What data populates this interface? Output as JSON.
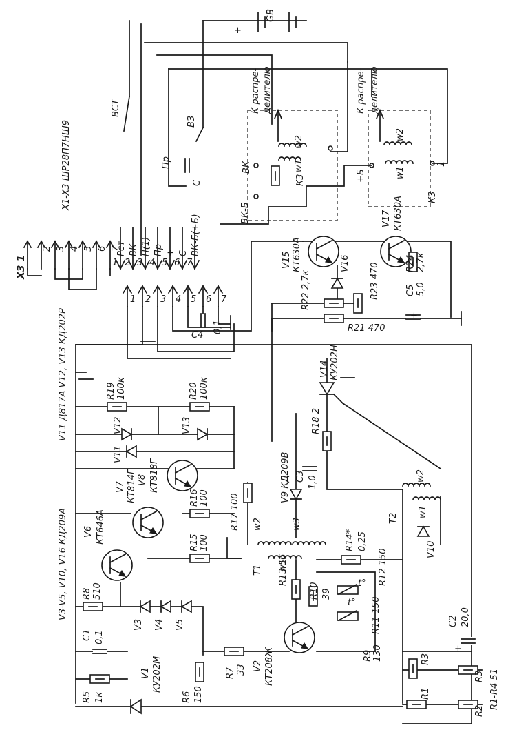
{
  "diagram": {
    "connector_label": "X1-X3 ШР28П7НШ9",
    "x3_label": "X3 1",
    "plug_pins": [
      "1",
      "2",
      "3",
      "4",
      "5",
      "6",
      "7"
    ],
    "socket_pins": [
      "1",
      "2",
      "3",
      "4",
      "5",
      "6",
      "7"
    ],
    "plug_signals": [
      "Рст",
      "ВК",
      "Н(1)",
      "Пр",
      "+",
      "С",
      "ВК-Б(+Б)"
    ],
    "x3_pins": [
      "2",
      "3",
      "4",
      "5",
      "6",
      "7"
    ],
    "battery": "GB",
    "switch_vst": "ВСТ",
    "switch_v3": "ВЗ",
    "to_distributor_1": "К распре-\nделителю",
    "to_distributor_2": "К распре-\nделителю",
    "k3_labels": [
      "ВК",
      "К3",
      "ВК-Б",
      "w2",
      "w1",
      "Пр",
      "С",
      "+Б",
      "К3",
      "w2",
      "w1",
      "1"
    ],
    "groups": [
      "V3-V5, V10, V16 КД209А",
      "V11 Д817А",
      "V12, V13 КД202Р",
      "R1-R4 51"
    ],
    "components": [
      {
        "ref": "V17",
        "value": "КТ630А"
      },
      {
        "ref": "V15",
        "value": "КТ630А"
      },
      {
        "ref": "V16",
        "value": ""
      },
      {
        "ref": "R24",
        "value": "2,7к"
      },
      {
        "ref": "R23",
        "value": "470"
      },
      {
        "ref": "C5",
        "value": "5,0"
      },
      {
        "ref": "R22",
        "value": "2,7к"
      },
      {
        "ref": "R21",
        "value": "470"
      },
      {
        "ref": "C4",
        "value": "0,1"
      },
      {
        "ref": "R19",
        "value": "100к"
      },
      {
        "ref": "R20",
        "value": "100к"
      },
      {
        "ref": "V12",
        "value": ""
      },
      {
        "ref": "V13",
        "value": ""
      },
      {
        "ref": "V11",
        "value": ""
      },
      {
        "ref": "V14",
        "value": "КУ202Н"
      },
      {
        "ref": "R18",
        "value": "2"
      },
      {
        "ref": "C3",
        "value": "1,0"
      },
      {
        "ref": "V9",
        "value": "КД209В"
      },
      {
        "ref": "R17",
        "value": "100"
      },
      {
        "ref": "V7",
        "value": "КТ814Г"
      },
      {
        "ref": "V8",
        "value": "КТ818Г"
      },
      {
        "ref": "R16",
        "value": "100"
      },
      {
        "ref": "R15",
        "value": "100"
      },
      {
        "ref": "V6",
        "value": "КТ646А"
      },
      {
        "ref": "R8",
        "value": "510"
      },
      {
        "ref": "V3",
        "value": ""
      },
      {
        "ref": "V4",
        "value": ""
      },
      {
        "ref": "V5",
        "value": ""
      },
      {
        "ref": "C1",
        "value": "0,1"
      },
      {
        "ref": "R5",
        "value": "1к"
      },
      {
        "ref": "V1",
        "value": "КУ202М"
      },
      {
        "ref": "R6",
        "value": "150"
      },
      {
        "ref": "R7",
        "value": "33"
      },
      {
        "ref": "V2",
        "value": "КТ208Ж"
      },
      {
        "ref": "R13",
        "value": "56"
      },
      {
        "ref": "R10",
        "value": "39"
      },
      {
        "ref": "R11",
        "value": "150"
      },
      {
        "ref": "R12",
        "value": "150"
      },
      {
        "ref": "R9",
        "value": "130"
      },
      {
        "ref": "R14*",
        "value": "0,25"
      },
      {
        "ref": "T1",
        "value": ""
      },
      {
        "ref": "T2",
        "value": ""
      },
      {
        "ref": "V10",
        "value": ""
      },
      {
        "ref": "C2",
        "value": "20,0"
      },
      {
        "ref": "R1",
        "value": ""
      },
      {
        "ref": "R2",
        "value": ""
      },
      {
        "ref": "R3",
        "value": ""
      },
      {
        "ref": "R3 ",
        "value": ""
      }
    ],
    "winding_labels": [
      "w2",
      "w3",
      "w1",
      "w2",
      "w1"
    ],
    "thermistor_label": "t°"
  }
}
